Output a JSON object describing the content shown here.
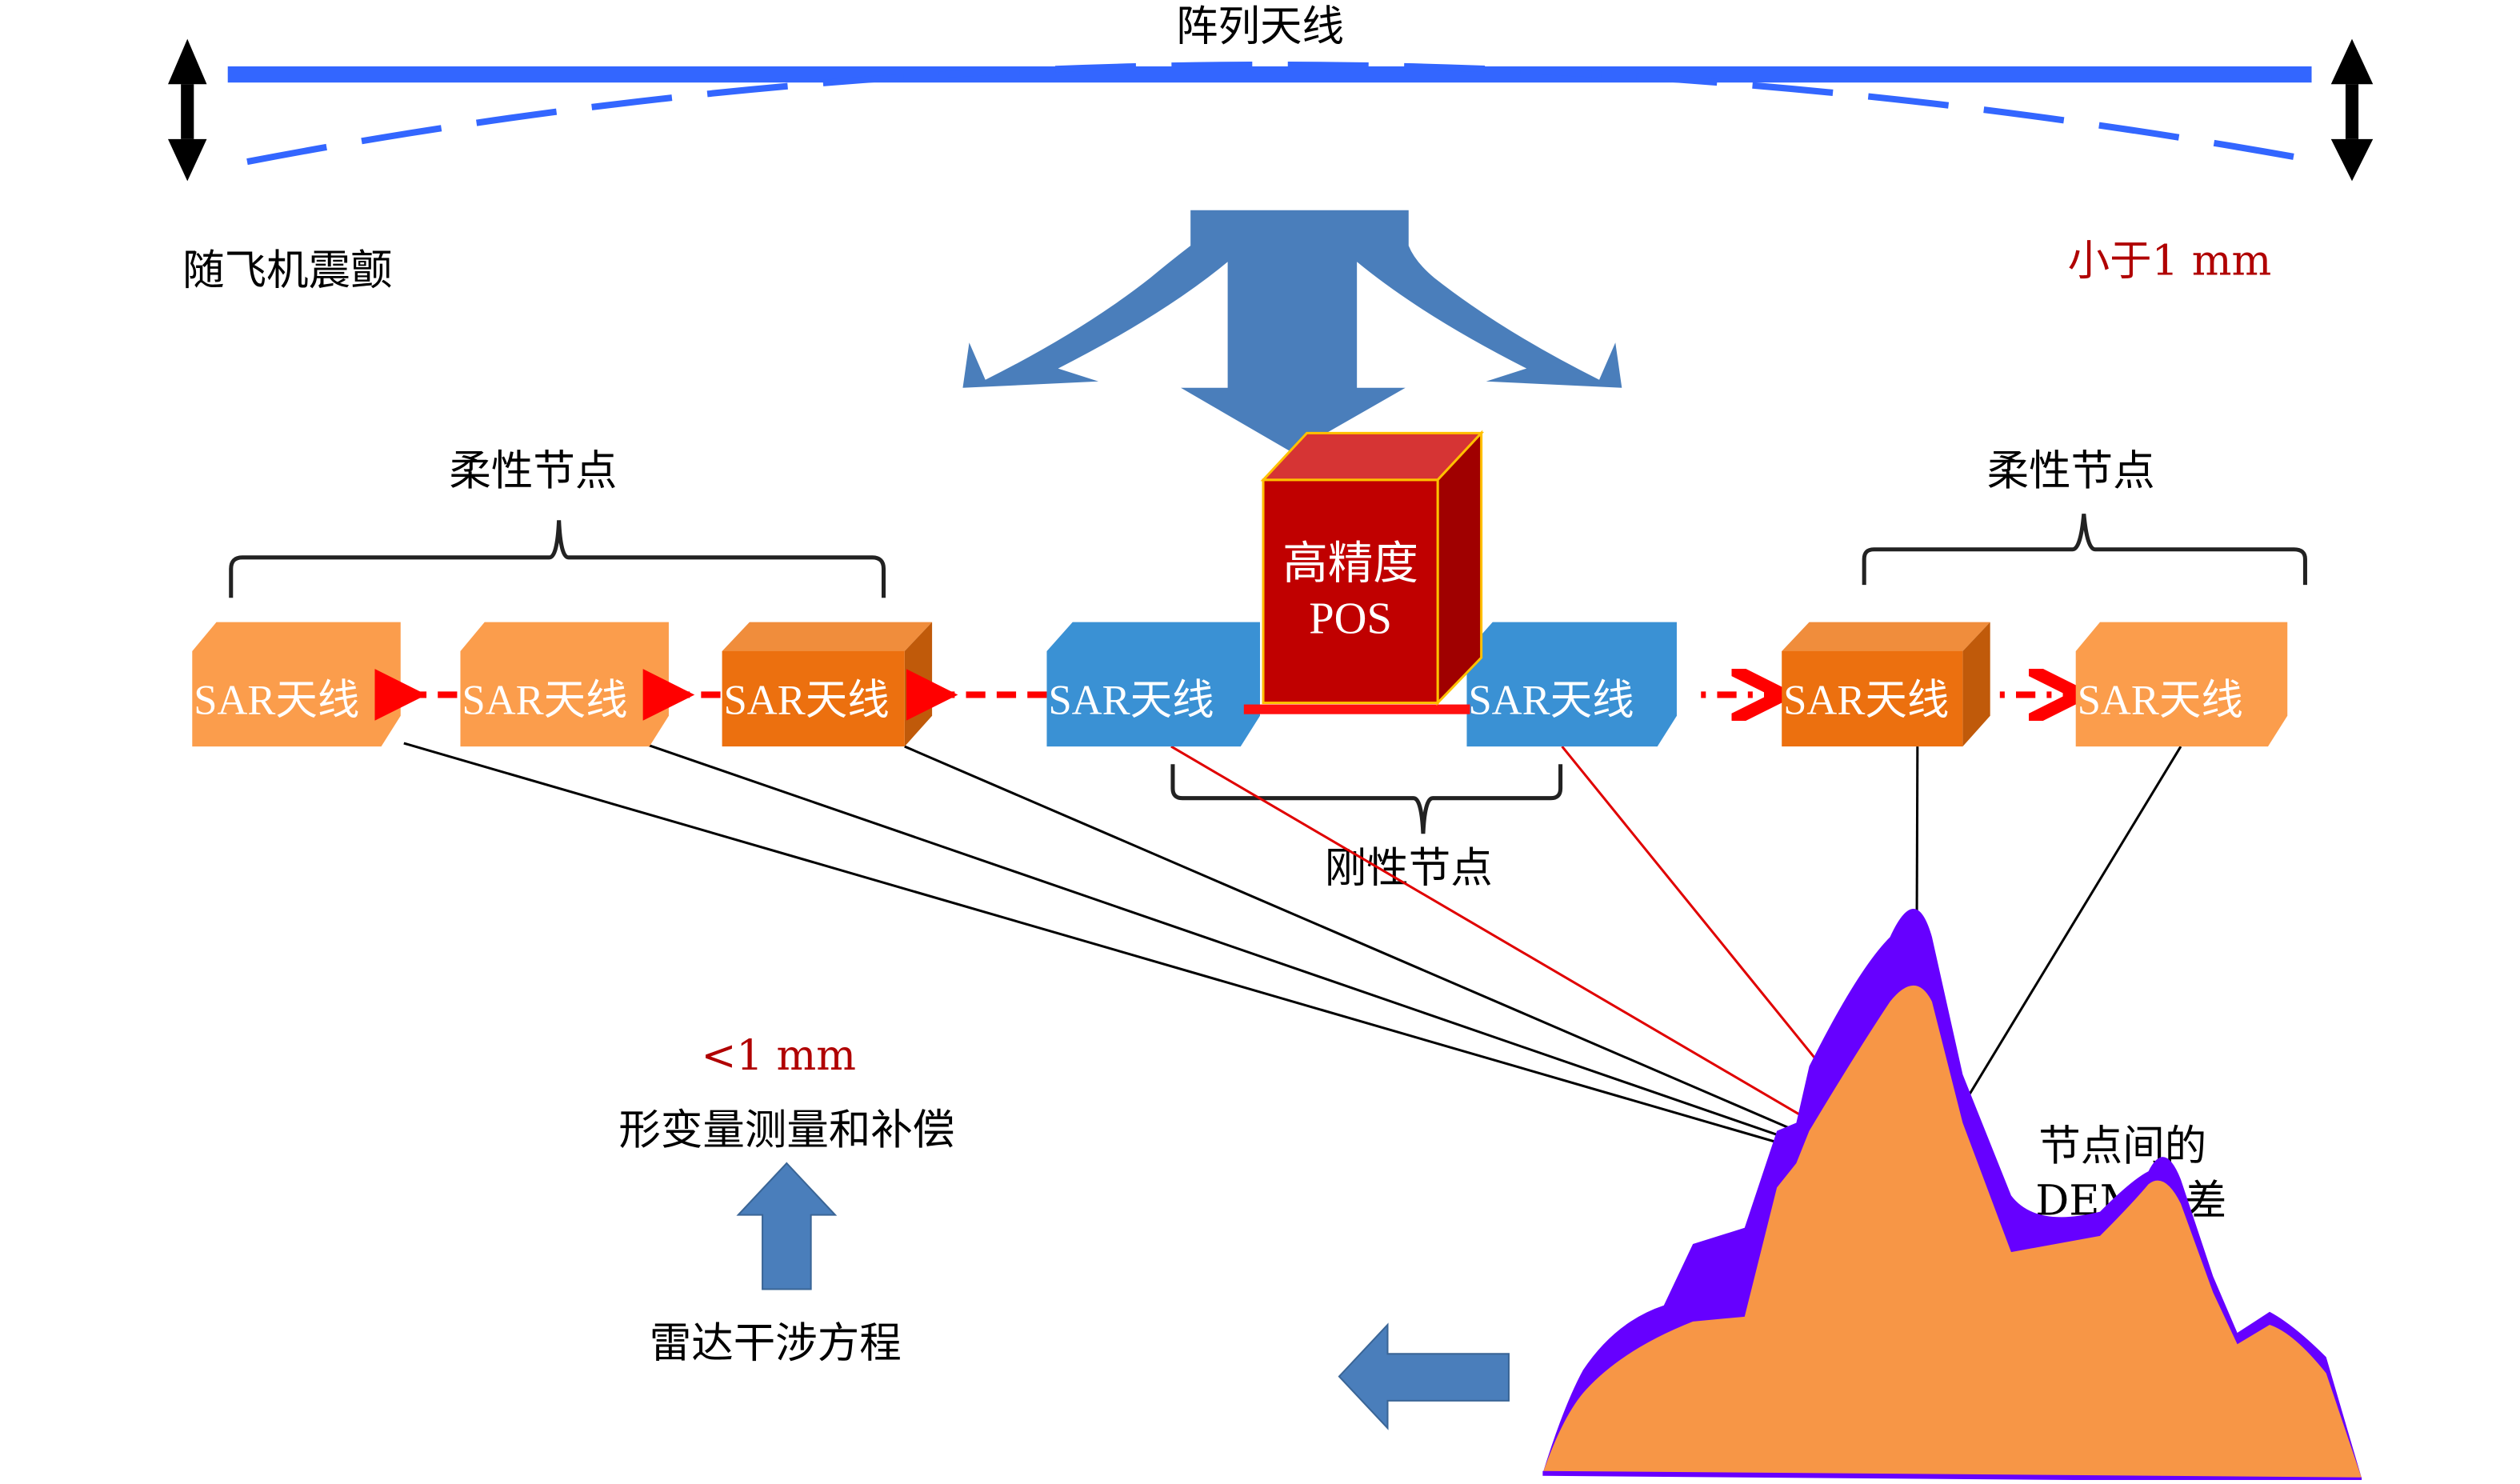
{
  "title": "阵列天线",
  "labels": {
    "vibration": "随飞机震颤",
    "less_than_1mm_cn": "小于1 mm",
    "flexible_left": "柔性节点",
    "flexible_right": "柔性节点",
    "rigid": "刚性节点",
    "pos_line1": "高精度",
    "pos_line2": "POS",
    "less_than_1mm": "<1 mm",
    "deformation": "形变量测量和补偿",
    "radar_equation": "雷达干涉方程",
    "dem_line1": "节点间的",
    "dem_line2": "DEM偏差"
  },
  "antennas": [
    {
      "label": "SAR天线",
      "type": "flexible-light"
    },
    {
      "label": "SAR天线",
      "type": "flexible-light"
    },
    {
      "label": "SAR天线",
      "type": "flexible-dark"
    },
    {
      "label": "SAR天线",
      "type": "rigid"
    },
    {
      "label": "SAR天线",
      "type": "rigid"
    },
    {
      "label": "SAR天线",
      "type": "flexible-dark"
    },
    {
      "label": "SAR天线",
      "type": "flexible-light"
    }
  ],
  "colors": {
    "array_blue": "#3366ff",
    "arrow_blue": "#4a7ebb",
    "rigid_blue": "#3a91d4",
    "orange_light": "#fb9d4c",
    "orange_dark": "#ec700f",
    "pos_red": "#c00000",
    "dem_purple": "#6600ff",
    "terrain_orange": "#f79646",
    "annot_red": "#b00000"
  }
}
